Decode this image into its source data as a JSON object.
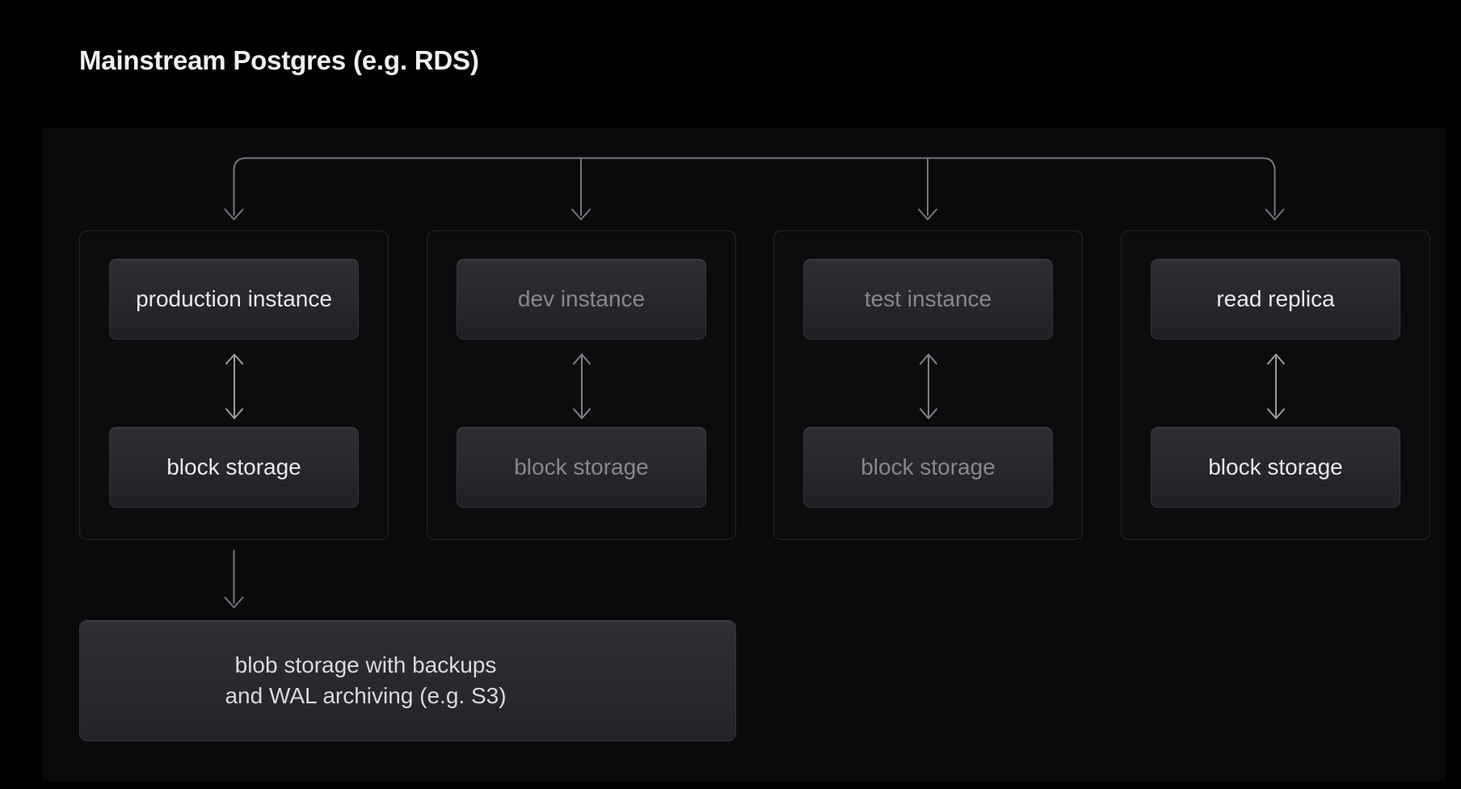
{
  "title": "Mainstream Postgres (e.g. RDS)",
  "diagram": {
    "groups": [
      {
        "id": "production",
        "instance_label": "production instance",
        "storage_label": "block storage",
        "emphasis": "bright"
      },
      {
        "id": "dev",
        "instance_label": "dev instance",
        "storage_label": "block storage",
        "emphasis": "muted"
      },
      {
        "id": "test",
        "instance_label": "test instance",
        "storage_label": "block storage",
        "emphasis": "muted"
      },
      {
        "id": "read-replica",
        "instance_label": "read replica",
        "storage_label": "block storage",
        "emphasis": "bright"
      }
    ],
    "blob_storage": {
      "label_line1": "blob storage with backups",
      "label_line2": "and WAL archiving (e.g. S3)"
    },
    "colors": {
      "background": "#000000",
      "panel_bg": "#0a0a0c",
      "box_fill_top": "#2e2e33",
      "box_fill_bottom": "#202024",
      "box_border": "#35353c",
      "group_border": "#26262c",
      "connector_line": "#75767b",
      "bright_text": "#e9e9eb",
      "muted_text": "#87888d",
      "title_text": "#f0f0f2"
    }
  }
}
